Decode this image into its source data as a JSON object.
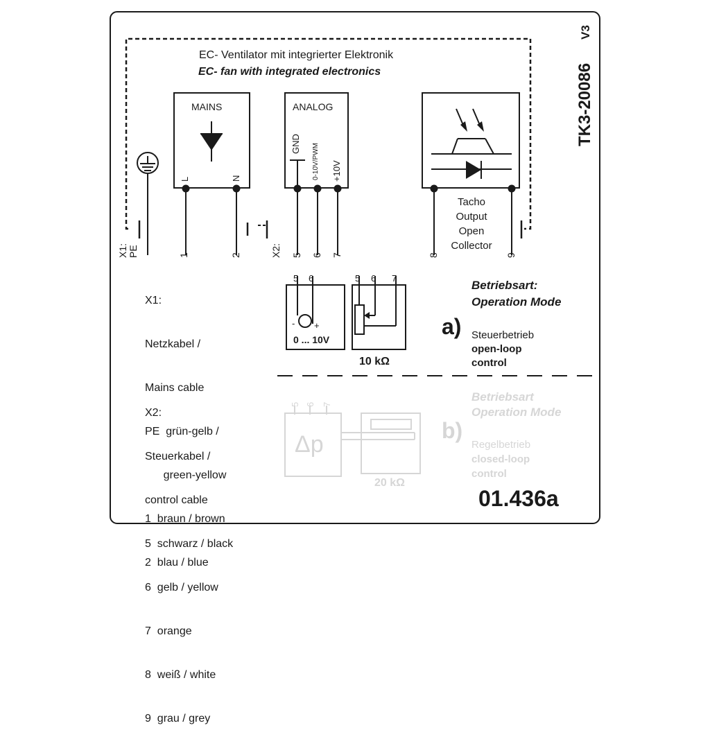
{
  "header": {
    "title_de": "EC- Ventilator mit integrierter Elektronik",
    "title_en": "EC- fan with integrated electronics",
    "doc_number": "TK3-20086",
    "doc_version": "V3"
  },
  "modules": {
    "mains": {
      "label": "MAINS",
      "pin_l": "L",
      "pin_n": "N"
    },
    "analog": {
      "label": "ANALOG",
      "pin_gnd": "GND",
      "pin_signal": "0-10V/PWM",
      "pin_supply": "+10V"
    },
    "tacho": {
      "lines": [
        "Tacho",
        "Output",
        "Open",
        "Collector"
      ]
    }
  },
  "terminals": {
    "x1_label": "X1:\nPE",
    "x1_pins": [
      "1",
      "2"
    ],
    "x2_label": "X2:",
    "x2_pins": [
      "5",
      "6",
      "7"
    ],
    "tacho_pins": [
      "8",
      "9"
    ]
  },
  "operation_a": {
    "heading_de": "Betriebsart:",
    "heading_en": "Operation Mode",
    "letter": "a)",
    "mode_de": "Steuerbetrieb",
    "mode_en_1": "open-loop",
    "mode_en_2": "control",
    "source_label": "0 ... 10V",
    "source_pins": [
      "5",
      "6"
    ],
    "pot_label": "10 kΩ",
    "pot_pins": [
      "5",
      "6",
      "7"
    ],
    "minus": "-",
    "plus": "+"
  },
  "operation_b": {
    "heading_de": "Betriebsart",
    "heading_en": "Operation Mode",
    "letter": "b)",
    "mode_de": "Regelbetrieb",
    "mode_en_1": "closed-loop",
    "mode_en_2": "control",
    "sensor_label": "Δp",
    "pot_label": "20 kΩ",
    "pins": [
      "5",
      "6",
      "7"
    ]
  },
  "legend": {
    "x1": [
      "X1:",
      "Netzkabel /",
      "Mains cable",
      "PE  grün-gelb /",
      "      green-yellow",
      "1  braun / brown",
      "2  blau / blue"
    ],
    "x2": [
      "X2:",
      "Steuerkabel /",
      "control cable",
      "5  schwarz / black",
      "6  gelb / yellow",
      "7  orange",
      "8  weiß / white",
      "9  grau / grey"
    ]
  },
  "footer": {
    "part_number": "01.436a"
  },
  "icons": [
    "earth-ground-icon",
    "diode-icon",
    "optocoupler-icon",
    "voltage-source-icon",
    "potentiometer-icon"
  ],
  "colors": {
    "line": "#1a1a1a",
    "faded": "#d6d6d6",
    "background": "#ffffff"
  }
}
